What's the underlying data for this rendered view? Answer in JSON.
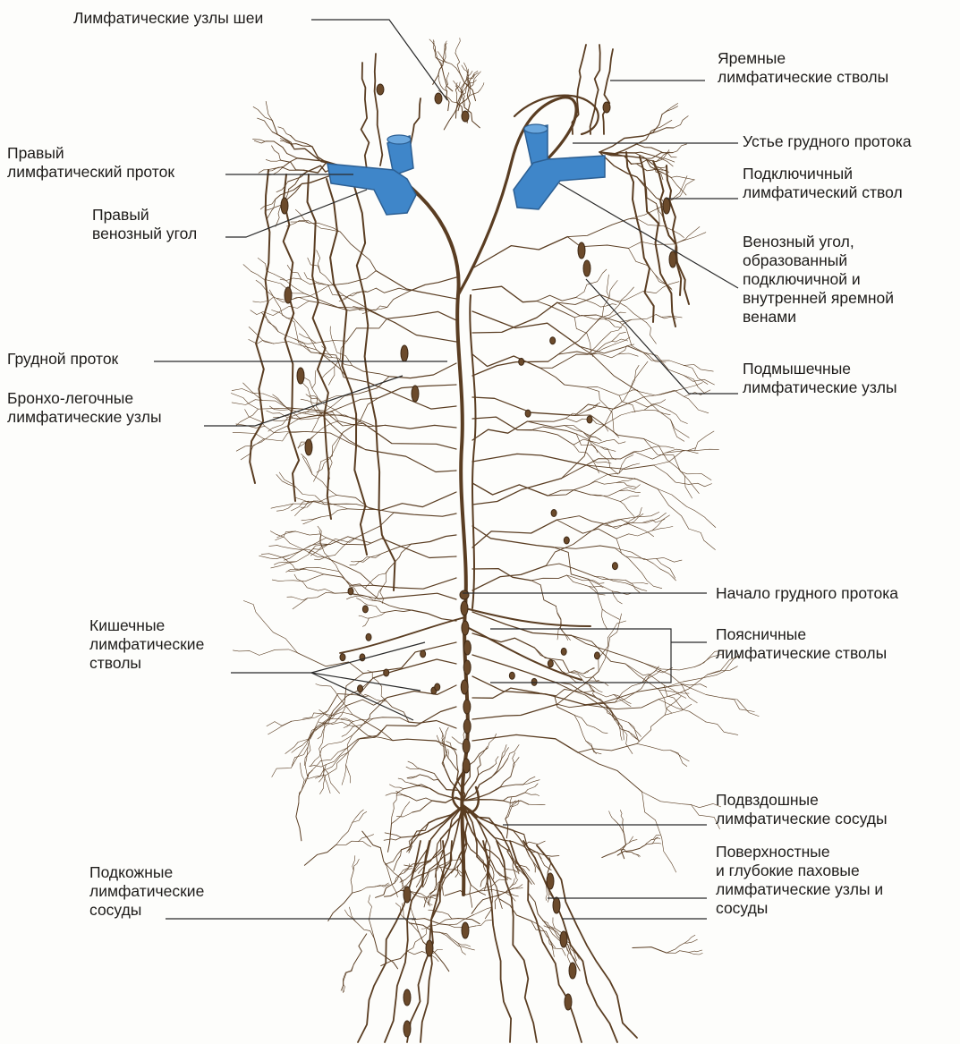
{
  "colors": {
    "vessel": "#5a3d22",
    "node": "#6b4a2b",
    "vein": "#3f86c9",
    "vein_dark": "#2c5f93",
    "leader": "#2a2a2a",
    "text": "#1e1c1a"
  },
  "labels": {
    "neck_nodes": "Лимфатические узлы шеи",
    "jugular_trunks": "Яремные\nлимфатические стволы",
    "right_lymph_duct": "Правый\nлимфатический проток",
    "thoracic_duct_mouth": "Устье грудного протока",
    "subclavian_trunk": "Подключичный\nлимфатический ствол",
    "right_venous_angle": "Правый\nвенозный угол",
    "venous_angle": "Венозный угол,\nобразованный\nподключичной и\nвнутренней яремной\nвенами",
    "thoracic_duct": "Грудной проток",
    "axillary_nodes": "Подмышечные\nлимфатические узлы",
    "bronchopulmonary_nodes": "Бронхо-легочные\nлимфатические узлы",
    "thoracic_duct_start": "Начало грудного протока",
    "intestinal_trunks": "Кишечные\nлимфатические\nстволы",
    "lumbar_trunks": "Поясничные\nлимфатические стволы",
    "iliac_vessels": "Подвздошные\nлимфатические сосуды",
    "inguinal_nodes": "Поверхностные\nи глубокие паховые\nлимфатические узлы и\nсосуды",
    "subcutaneous_vessels": "Подкожные\nлимфатические\nсосуды"
  }
}
